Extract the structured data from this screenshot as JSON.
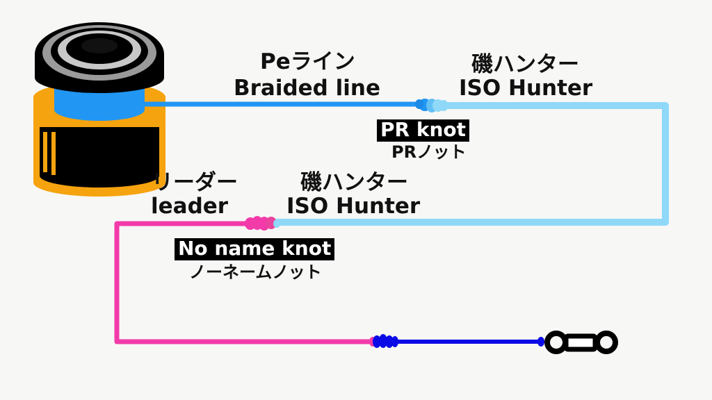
{
  "labels": {
    "pe_jp": "Peライン",
    "pe_en": "Braided line",
    "iso1_jp": "磯ハンター",
    "iso1_en": "ISO Hunter",
    "pr_en": "PR knot",
    "pr_jp": "PRノット",
    "leader_jp": "リーダー",
    "leader_en": "leader",
    "iso2_jp": "磯ハンター",
    "iso2_en": "ISO Hunter",
    "noname_en": "No name knot",
    "noname_jp": "ノーネームノット"
  },
  "colors": {
    "braided_line": "#2196f3",
    "iso_hunter_line": "#8fd8f8",
    "leader_line": "#f23aa9",
    "tippet_line": "#0a0ae6",
    "spool_orange": "#f5a30f",
    "spool_black": "#000000",
    "spool_gray": "#9a9a9a",
    "background": "#f7f7f5"
  },
  "icons": {
    "spool": "reel-spool-icon",
    "swivel": "swivel-icon"
  }
}
